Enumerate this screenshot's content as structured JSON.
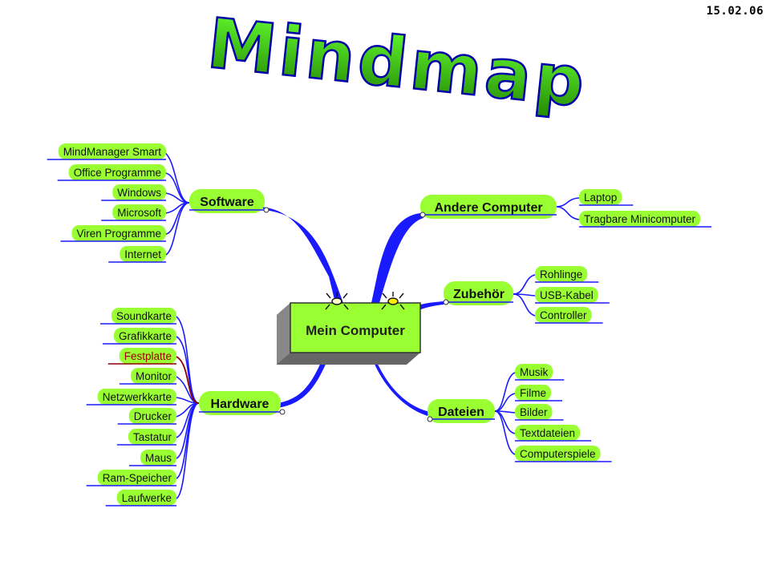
{
  "date": "15.02.06",
  "title": "Mindmap",
  "colors": {
    "node_fill": "#99ff33",
    "branch": "#1a1aff",
    "title_fill": "#33cc00",
    "title_stroke": "#0000aa",
    "highlight_text": "#990000",
    "highlight_line": "#8b0000"
  },
  "central": {
    "label": "Mein Computer"
  },
  "branches": {
    "software": {
      "label": "Software",
      "items": [
        "MindManager Smart",
        "Office Programme",
        "Windows",
        "Microsoft",
        "Viren Programme",
        "Internet"
      ]
    },
    "hardware": {
      "label": "Hardware",
      "items": [
        "Soundkarte",
        "Grafikkarte",
        "Festplatte",
        "Monitor",
        "Netzwerkkarte",
        "Drucker",
        "Tastatur",
        "Maus",
        "Ram-Speicher",
        "Laufwerke"
      ]
    },
    "andere": {
      "label": "Andere Computer",
      "items": [
        "Laptop",
        "Tragbare Minicomputer"
      ]
    },
    "zubehoer": {
      "label": "Zubehör",
      "items": [
        "Rohlinge",
        "USB-Kabel",
        "Controller"
      ]
    },
    "dateien": {
      "label": "Dateien",
      "items": [
        "Musik",
        "Filme",
        "Bilder",
        "Textdateien",
        "Computerspiele"
      ]
    }
  }
}
